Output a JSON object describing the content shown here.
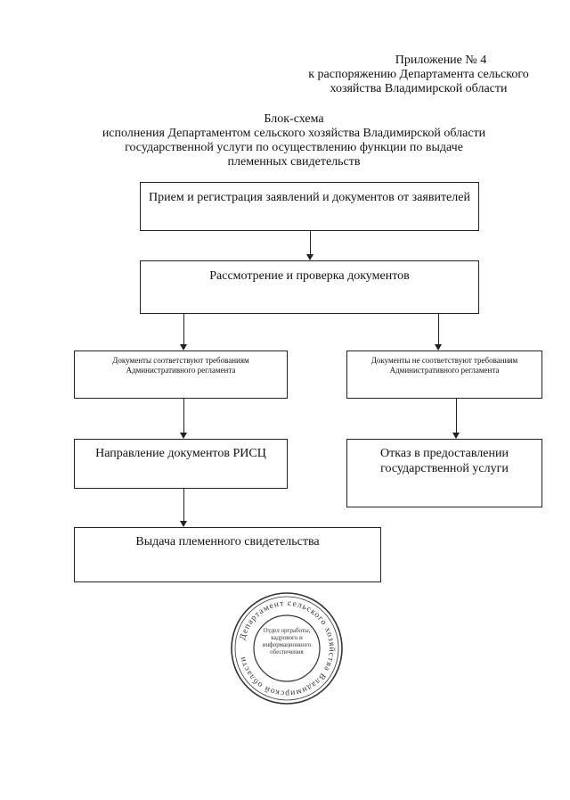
{
  "annex": {
    "number": "Приложение № 4",
    "line2": "к распоряжению Департамента сельского",
    "line3": "хозяйства Владимирской области"
  },
  "title": {
    "line1": "Блок-схема",
    "line2": "исполнения Департаментом сельского хозяйства Владимирской области",
    "line3": "государственной услуги по осуществлению функции по выдаче",
    "line4": "племенных свидетельств"
  },
  "nodes": {
    "receive": "Прием и регистрация заявлений и документов от заявителей",
    "review": "Рассмотрение и проверка документов",
    "compliant": "Документы соответствуют требованиям Административного регламента",
    "noncompliant": "Документы не соответствуют требованиям Административного регламента",
    "send": "Направление документов РИСЦ",
    "refuse": "Отказ в предоставлении государственной услуги",
    "issue": "Выдача племенного свидетельства"
  },
  "stamp": {
    "ring_text": "Департамент сельского хозяйства Владимирской области",
    "inner_line1": "Отдел оргработы,",
    "inner_line2": "кадрового и",
    "inner_line3": "информационного",
    "inner_line4": "обеспечения"
  }
}
